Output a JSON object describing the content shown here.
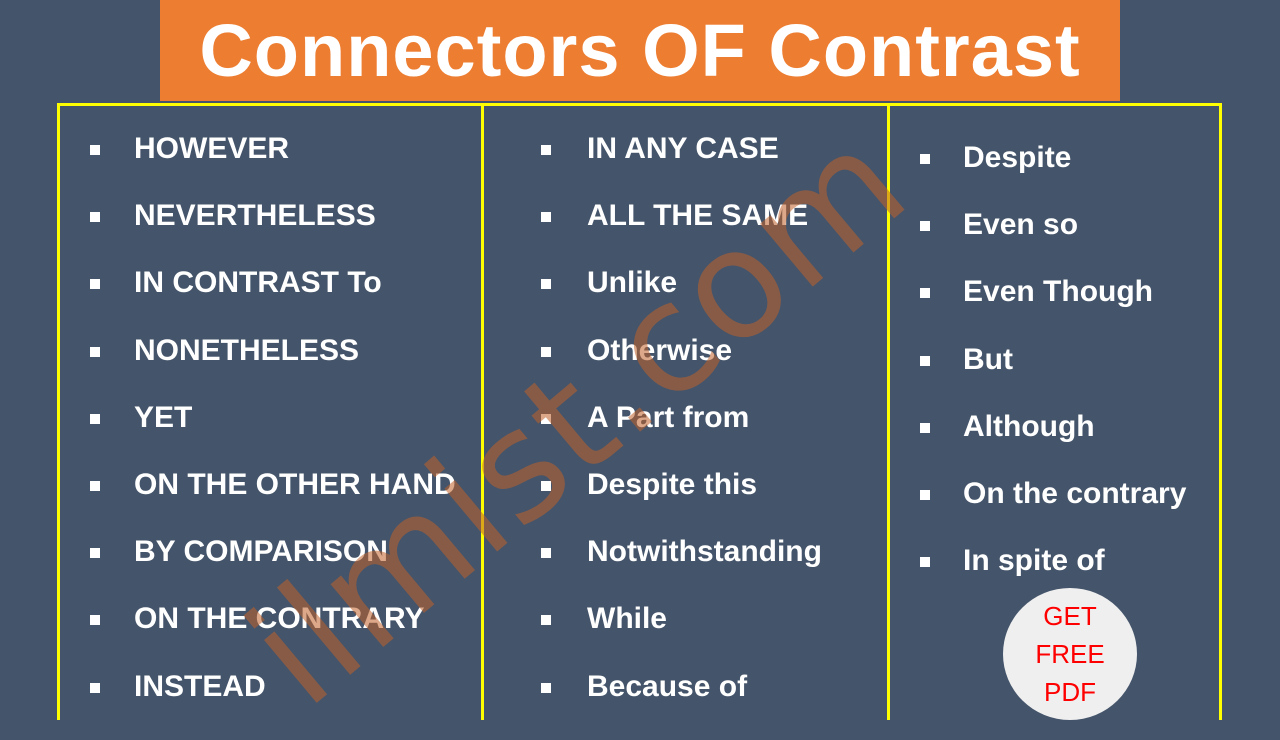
{
  "title": "Connectors OF Contrast",
  "watermark": "ilmist.com",
  "colors": {
    "background": "#44546a",
    "title_bar": "#ed7d31",
    "border": "#ffff00",
    "text": "#ffffff",
    "badge_text": "#ff0000"
  },
  "columns": [
    {
      "items": [
        "HOWEVER",
        "NEVERTHELESS",
        "IN CONTRAST To",
        "NONETHELESS",
        "YET",
        "ON THE OTHER HAND",
        "BY COMPARISON",
        "ON THE CONTRARY",
        "INSTEAD"
      ]
    },
    {
      "items": [
        "IN ANY CASE",
        "ALL THE SAME",
        "Unlike",
        "Otherwise",
        "A Part from",
        "Despite this",
        "Notwithstanding",
        "While",
        "Because of"
      ]
    },
    {
      "items": [
        "Despite",
        "Even so",
        "Even Though",
        "But",
        "Although",
        "On the contrary",
        "In spite of"
      ]
    }
  ],
  "badge": {
    "line1": "GET",
    "line2": "FREE",
    "line3": "PDF"
  }
}
